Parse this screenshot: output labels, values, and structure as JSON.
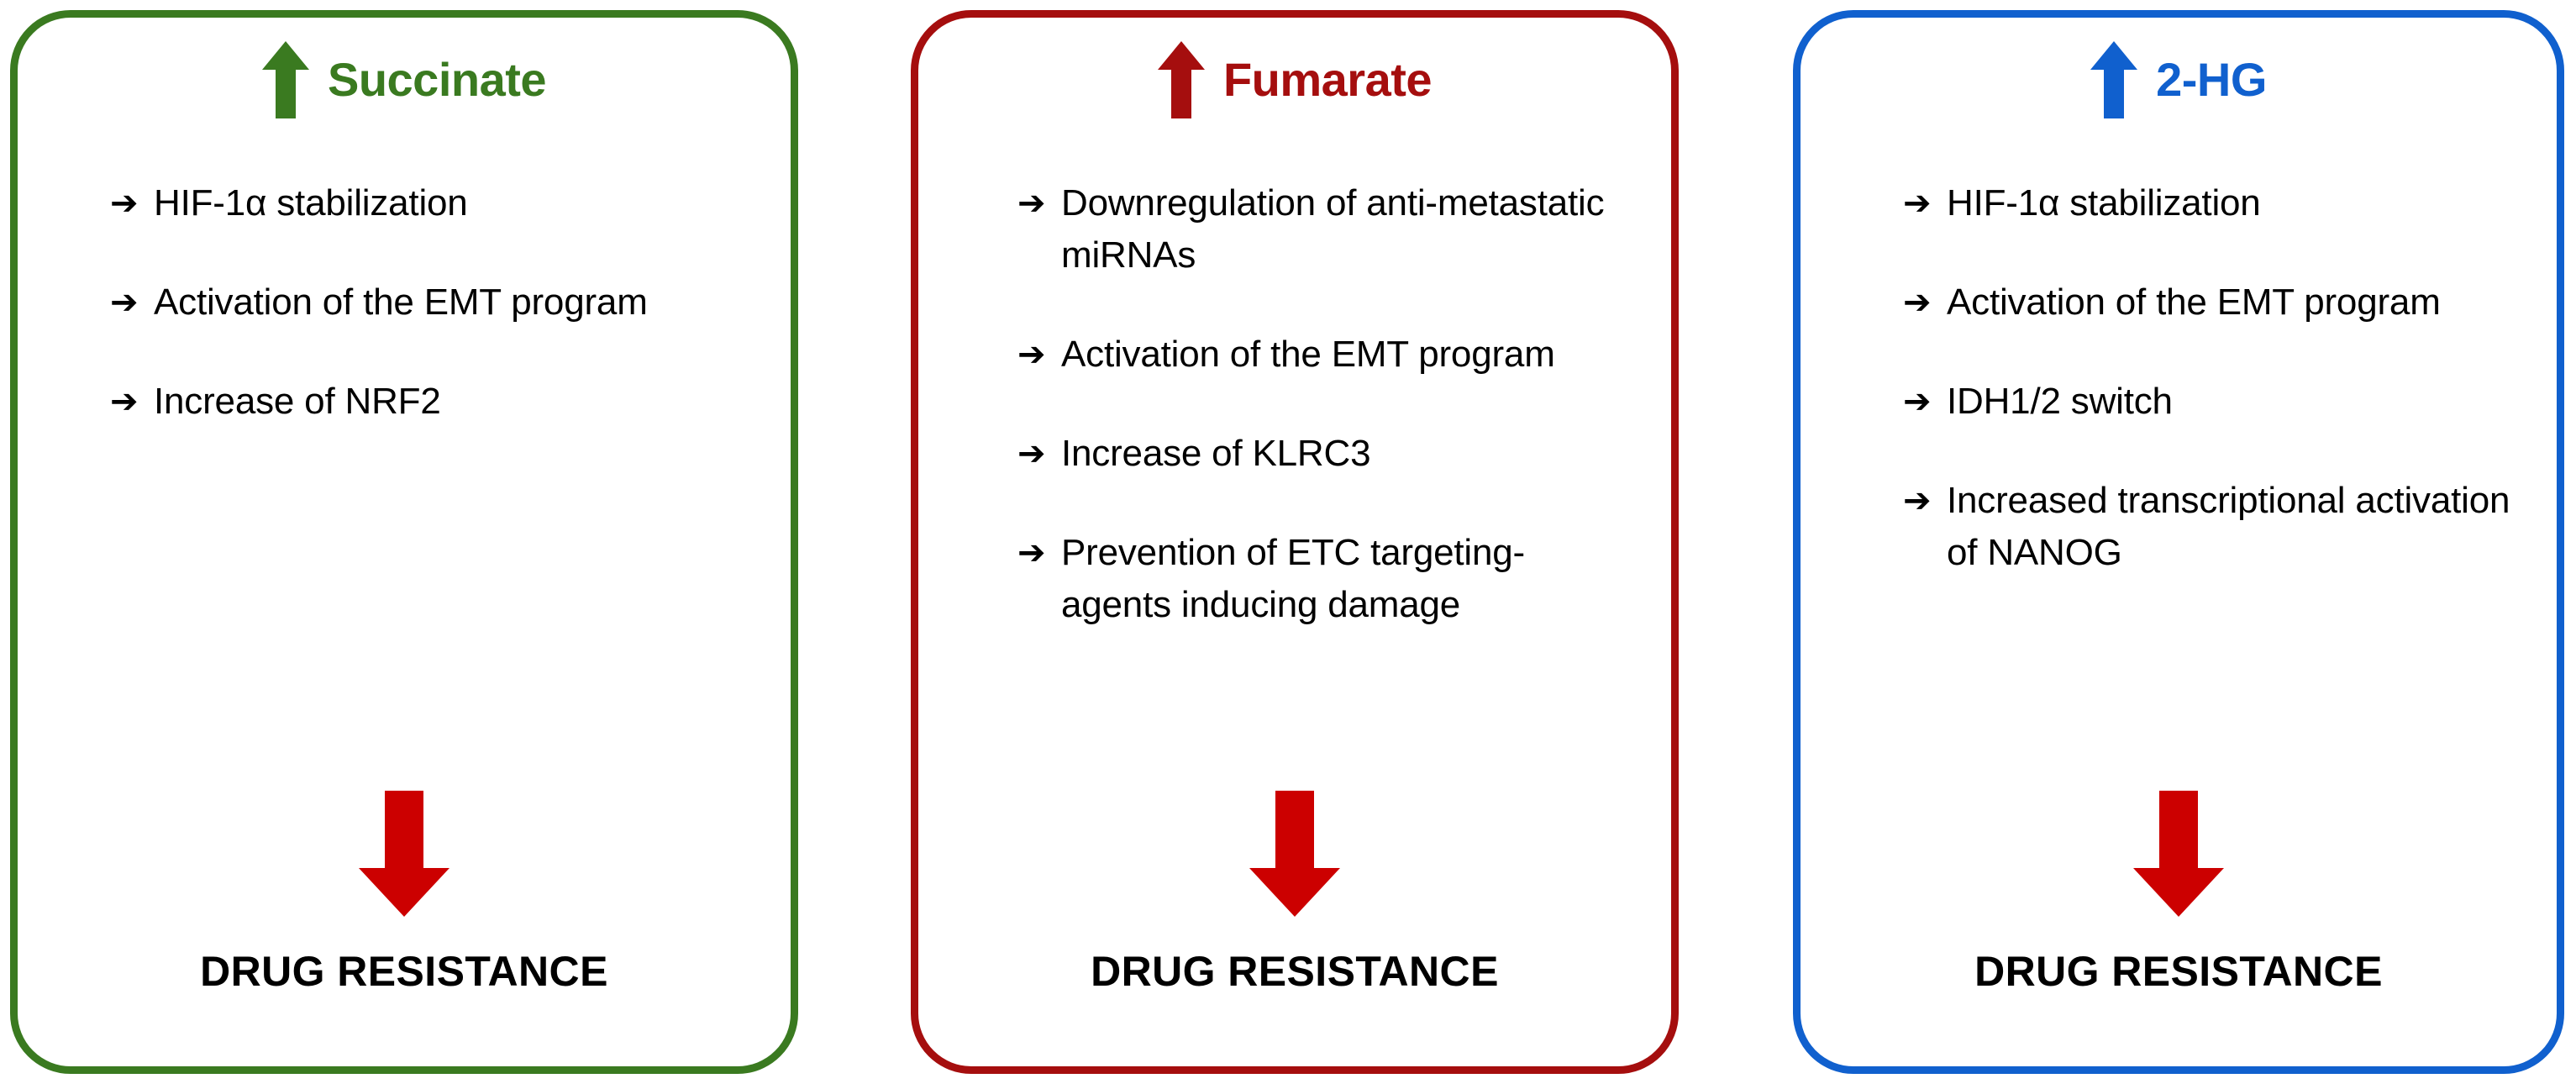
{
  "figure": {
    "background": "#ffffff",
    "down_arrow_color": "#CC0000",
    "bullet_glyph": "➔",
    "text_color": "#000000"
  },
  "panels": [
    {
      "id": "succinate",
      "title": "Succinate",
      "accent_color": "#3A7A20",
      "up_arrow_icon": "up-arrow-icon",
      "down_arrow_icon": "down-arrow-icon",
      "bullets": [
        "HIF-1α stabilization",
        "Activation of the EMT program",
        "Increase of NRF2"
      ],
      "outcome": "DRUG RESISTANCE"
    },
    {
      "id": "fumarate",
      "title": "Fumarate",
      "accent_color": "#A50E0E",
      "up_arrow_icon": "up-arrow-icon",
      "down_arrow_icon": "down-arrow-icon",
      "bullets": [
        "Downregulation of anti-metastatic miRNAs",
        "Activation of the EMT program",
        "Increase of KLRC3",
        "Prevention of ETC targeting-agents inducing damage"
      ],
      "outcome": "DRUG RESISTANCE"
    },
    {
      "id": "2hg",
      "title": "2-HG",
      "accent_color": "#1060CE",
      "up_arrow_icon": "up-arrow-icon",
      "down_arrow_icon": "down-arrow-icon",
      "bullets": [
        "HIF-1α stabilization",
        "Activation of the EMT program",
        "IDH1/2 switch",
        "Increased transcriptional activation of NANOG"
      ],
      "outcome": "DRUG RESISTANCE"
    }
  ]
}
